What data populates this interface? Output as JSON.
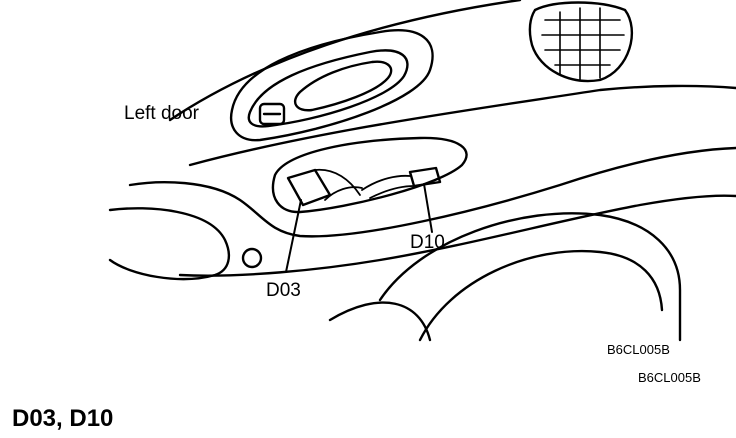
{
  "diagram": {
    "location_label": "Left door",
    "callouts": [
      "D03",
      "D10"
    ],
    "figure_code": "B6CL005B",
    "figure_code_repeat": "B6CL005B"
  },
  "heading": "D03,  D10"
}
